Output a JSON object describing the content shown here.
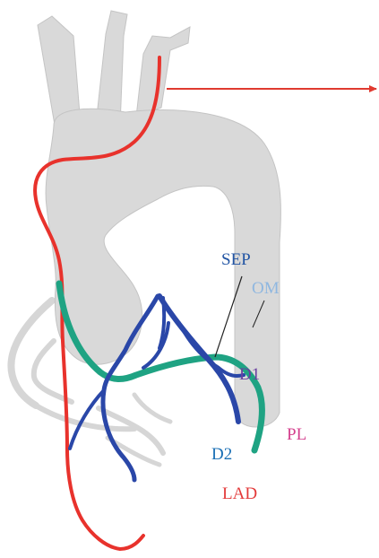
{
  "labels": {
    "sep": "SEP",
    "om": "OM",
    "d1": "D1",
    "d2": "D2",
    "pl": "PL",
    "lad": "LAD"
  },
  "colors": {
    "aorta_fill": "#d9d9d9",
    "aorta_edge": "#c4c4c4",
    "red_vessel": "#e8322c",
    "blue_vessel": "#2a47a8",
    "green_vessel": "#1fa383",
    "label_sep": "#2255a4",
    "label_om": "#8fb7e0",
    "label_d1": "#6a3fa0",
    "label_d2": "#1a6fb5",
    "label_pl": "#d43f8d",
    "label_lad": "#e33a3a",
    "arrow": "#e03a30"
  }
}
